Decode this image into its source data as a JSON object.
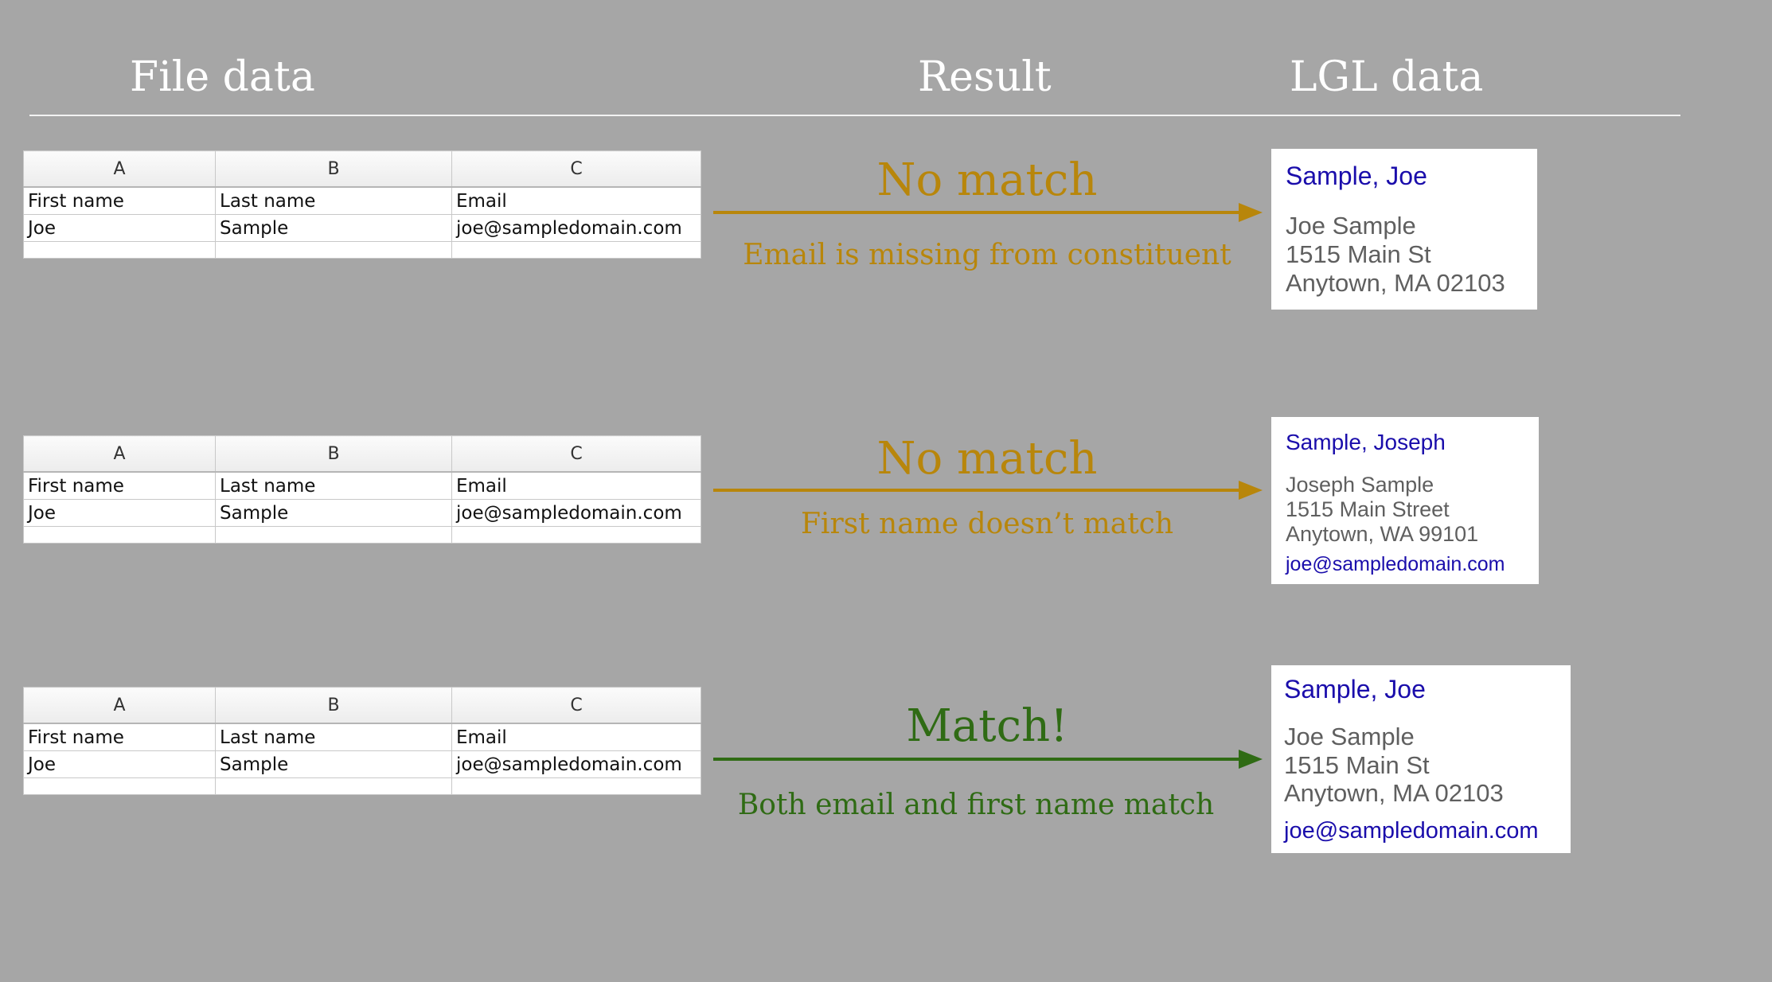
{
  "headers": {
    "file": "File data",
    "result": "Result",
    "lgl": "LGL data"
  },
  "colors": {
    "background": "#a6a6a6",
    "no_match": "#b8860b",
    "match": "#2f6b14",
    "link_blue": "#1a0dab",
    "address_gray": "#5f5f5f"
  },
  "sheet": {
    "col_headers": [
      "A",
      "B",
      "C"
    ],
    "rows": [
      [
        "First name",
        "Last name",
        "Email"
      ],
      [
        "Joe",
        "Sample",
        "joe@sampledomain.com"
      ]
    ]
  },
  "rows": [
    {
      "result": "No match",
      "note": "Email is missing from constituent",
      "status": "no_match",
      "card": {
        "name": "Sample, Joe",
        "lines": [
          "Joe Sample",
          "1515 Main St",
          "Anytown, MA 02103"
        ],
        "email": ""
      }
    },
    {
      "result": "No match",
      "note": "First name doesn’t match",
      "status": "no_match",
      "card": {
        "name": "Sample, Joseph",
        "lines": [
          "Joseph Sample",
          "1515 Main Street",
          "Anytown, WA 99101"
        ],
        "email": "joe@sampledomain.com"
      }
    },
    {
      "result": "Match!",
      "note": "Both email and first name match",
      "status": "match",
      "card": {
        "name": "Sample, Joe",
        "lines": [
          "Joe Sample",
          "1515 Main St",
          "Anytown, MA 02103"
        ],
        "email": "joe@sampledomain.com"
      }
    }
  ]
}
